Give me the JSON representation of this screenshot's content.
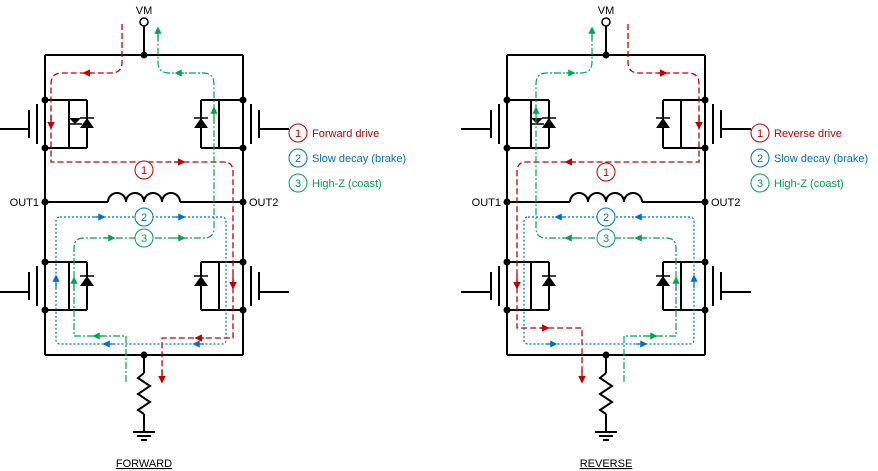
{
  "supply_label": "VM",
  "out1_label": "OUT1",
  "out2_label": "OUT2",
  "colors": {
    "red": "#c00000",
    "blue": "#0070c0",
    "green": "#00a550"
  },
  "panels": [
    {
      "caption": "FORWARD",
      "legend": [
        {
          "num": "1",
          "text": "Forward drive",
          "color": "#c00000"
        },
        {
          "num": "2",
          "text": "Slow decay (brake)",
          "color": "#0070c0"
        },
        {
          "num": "3",
          "text": "High-Z (coast)",
          "color": "#00a550"
        }
      ],
      "path_markers": [
        "1",
        "2",
        "3"
      ]
    },
    {
      "caption": "REVERSE",
      "legend": [
        {
          "num": "1",
          "text": "Reverse drive",
          "color": "#c00000"
        },
        {
          "num": "2",
          "text": "Slow decay (brake)",
          "color": "#0070c0"
        },
        {
          "num": "3",
          "text": "High-Z (coast)",
          "color": "#00a550"
        }
      ],
      "path_markers": [
        "1",
        "2",
        "3"
      ]
    }
  ]
}
